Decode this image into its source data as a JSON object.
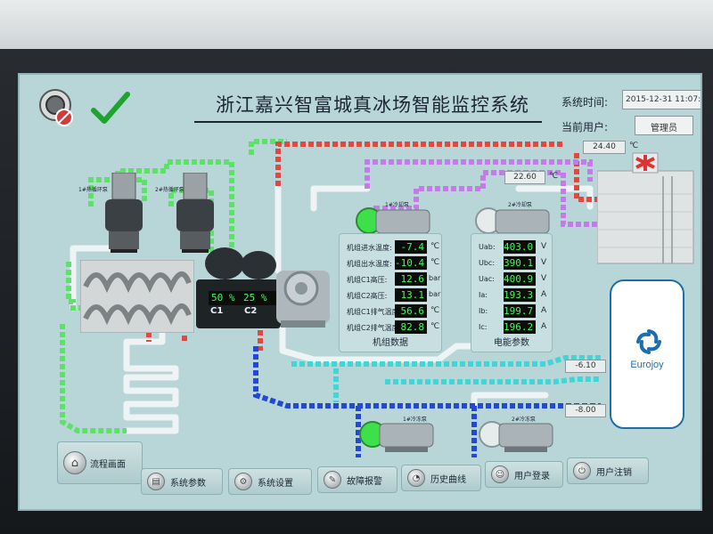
{
  "header": {
    "title": "浙江嘉兴智富城真冰场智能监控系统",
    "time_label": "系统时间:",
    "time_value": "2015-12-31 11:07:05",
    "user_label": "当前用户:",
    "user_value": "管理员"
  },
  "labels": {
    "hot_tower_1": "1#热循环泵",
    "hot_tower_2": "2#热循环泵",
    "cool_pump_1": "1#冷却泵",
    "cool_pump_2": "2#冷却泵",
    "chill_pump_1": "1#冷冻泵",
    "chill_pump_2": "2#冷冻泵"
  },
  "compressors": {
    "c1_label": "C1",
    "c2_label": "C2",
    "c1_value": "50 %",
    "c2_value": "25 %"
  },
  "temps": {
    "tower_out": {
      "value": "24.40",
      "unit": "℃"
    },
    "cooling_in": {
      "value": "22.60",
      "unit": "℃"
    },
    "chill_supply": {
      "value": "-6.10",
      "unit": "℃"
    },
    "chill_return": {
      "value": "-8.00",
      "unit": "℃"
    }
  },
  "unit_panel": {
    "title": "机组数据",
    "rows": [
      {
        "label": "机组进水温度:",
        "value": "-7.4",
        "unit": "℃"
      },
      {
        "label": "机组出水温度:",
        "value": "-10.4",
        "unit": "℃"
      },
      {
        "label": "机组C1高压:",
        "value": "12.6",
        "unit": "bar"
      },
      {
        "label": "机组C2高压:",
        "value": "13.1",
        "unit": "bar"
      },
      {
        "label": "机组C1排气温度:",
        "value": "56.6",
        "unit": "℃"
      },
      {
        "label": "机组C2排气温度:",
        "value": "82.8",
        "unit": "℃"
      }
    ]
  },
  "power_panel": {
    "title": "电能参数",
    "rows": [
      {
        "label": "Uab:",
        "value": "403.0",
        "unit": "V"
      },
      {
        "label": "Ubc:",
        "value": "390.1",
        "unit": "V"
      },
      {
        "label": "Uac:",
        "value": "400.9",
        "unit": "V"
      },
      {
        "label": "Ia:",
        "value": "193.3",
        "unit": "A"
      },
      {
        "label": "Ib:",
        "value": "199.7",
        "unit": "A"
      },
      {
        "label": "Ic:",
        "value": "196.2",
        "unit": "A"
      }
    ]
  },
  "tank": {
    "logo": "Eurojoy"
  },
  "nav": {
    "home": "流程画面",
    "sys_params": "系统参数",
    "sys_settings": "系统设置",
    "alarms": "故障报警",
    "history": "历史曲线",
    "login": "用户登录",
    "logout": "用户注销"
  },
  "colors": {
    "pipe_green": "#5fe06a",
    "pipe_red": "#e2483f",
    "pipe_purple": "#c47be8",
    "pipe_blue": "#2448d6",
    "pipe_cyan": "#3fd6d6",
    "pipe_white": "#eef4f5",
    "led_green": "#3dff55"
  }
}
